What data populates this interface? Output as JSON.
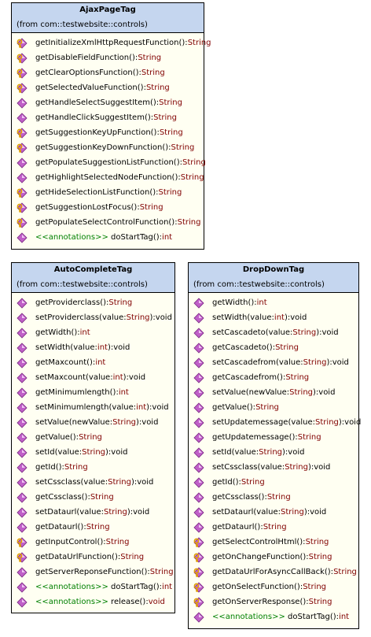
{
  "classes": [
    {
      "name": "AjaxPageTag",
      "from": "(from com::testwebsite::controls)",
      "ops": [
        {
          "vis": "protected",
          "name": "getInitializeXmlHttpRequestFunction():",
          "type": "String",
          "stereo": ""
        },
        {
          "vis": "protected",
          "name": "getDisableFieldFunction():",
          "type": "String",
          "stereo": ""
        },
        {
          "vis": "protected",
          "name": "getClearOptionsFunction():",
          "type": "String",
          "stereo": ""
        },
        {
          "vis": "protected",
          "name": "getSelectedValueFunction():",
          "type": "String",
          "stereo": ""
        },
        {
          "vis": "public",
          "name": "getHandleSelectSuggestItem():",
          "type": "String",
          "stereo": ""
        },
        {
          "vis": "public",
          "name": "getHandleClickSuggestItem():",
          "type": "String",
          "stereo": ""
        },
        {
          "vis": "protected",
          "name": "getSuggestionKeyUpFunction():",
          "type": "String",
          "stereo": ""
        },
        {
          "vis": "protected",
          "name": "getSuggestionKeyDownFunction():",
          "type": "String",
          "stereo": ""
        },
        {
          "vis": "public",
          "name": "getPopulateSuggestionListFunction():",
          "type": "String",
          "stereo": ""
        },
        {
          "vis": "public",
          "name": "getHighlightSelectedNodeFunction():",
          "type": "String",
          "stereo": ""
        },
        {
          "vis": "protected",
          "name": "getHideSelectionListFunction():",
          "type": "String",
          "stereo": ""
        },
        {
          "vis": "protected",
          "name": "getSuggestionLostFocus():",
          "type": "String",
          "stereo": ""
        },
        {
          "vis": "protected",
          "name": "getPopulateSelectControlFunction():",
          "type": "String",
          "stereo": ""
        },
        {
          "vis": "public",
          "name": "doStartTag():",
          "type": "int",
          "stereo": "<<annotations>>"
        }
      ]
    },
    {
      "name": "AutoCompleteTag",
      "from": "(from com::testwebsite::controls)",
      "ops": [
        {
          "vis": "public",
          "name": "getProviderclass():",
          "type": "String",
          "stereo": ""
        },
        {
          "vis": "public",
          "name": "setProviderclass(value:",
          "type": "String",
          "tail": "):void",
          "stereo": ""
        },
        {
          "vis": "public",
          "name": "getWidth():",
          "type": "int",
          "stereo": ""
        },
        {
          "vis": "public",
          "name": "setWidth(value:",
          "type": "int",
          "tail": "):void",
          "stereo": ""
        },
        {
          "vis": "public",
          "name": "getMaxcount():",
          "type": "int",
          "stereo": ""
        },
        {
          "vis": "public",
          "name": "setMaxcount(value:",
          "type": "int",
          "tail": "):void",
          "stereo": ""
        },
        {
          "vis": "public",
          "name": "getMinimumlength():",
          "type": "int",
          "stereo": ""
        },
        {
          "vis": "public",
          "name": "setMinimumlength(value:",
          "type": "int",
          "tail": "):void",
          "stereo": ""
        },
        {
          "vis": "public",
          "name": "setValue(newValue:",
          "type": "String",
          "tail": "):void",
          "stereo": ""
        },
        {
          "vis": "public",
          "name": "getValue():",
          "type": "String",
          "stereo": ""
        },
        {
          "vis": "public",
          "name": "setId(value:",
          "type": "String",
          "tail": "):void",
          "stereo": ""
        },
        {
          "vis": "public",
          "name": "getId():",
          "type": "String",
          "stereo": ""
        },
        {
          "vis": "public",
          "name": "setCssclass(value:",
          "type": "String",
          "tail": "):void",
          "stereo": ""
        },
        {
          "vis": "public",
          "name": "getCssclass():",
          "type": "String",
          "stereo": ""
        },
        {
          "vis": "public",
          "name": "setDataurl(value:",
          "type": "String",
          "tail": "):void",
          "stereo": ""
        },
        {
          "vis": "public",
          "name": "getDataurl():",
          "type": "String",
          "stereo": ""
        },
        {
          "vis": "protected",
          "name": "getInputControl():",
          "type": "String",
          "stereo": ""
        },
        {
          "vis": "protected",
          "name": "getDataUrlFunction():",
          "type": "String",
          "stereo": ""
        },
        {
          "vis": "public",
          "name": "getServerReponseFunction():",
          "type": "String",
          "stereo": ""
        },
        {
          "vis": "public",
          "name": "doStartTag():",
          "type": "int",
          "stereo": "<<annotations>>"
        },
        {
          "vis": "public",
          "name": "release():",
          "type": "void",
          "stereo": "<<annotations>>"
        }
      ]
    },
    {
      "name": "DropDownTag",
      "from": "(from com::testwebsite::controls)",
      "ops": [
        {
          "vis": "public",
          "name": "getWidth():",
          "type": "int",
          "stereo": ""
        },
        {
          "vis": "public",
          "name": "setWidth(value:",
          "type": "int",
          "tail": "):void",
          "stereo": ""
        },
        {
          "vis": "public",
          "name": "setCascadeto(value:",
          "type": "String",
          "tail": "):void",
          "stereo": ""
        },
        {
          "vis": "public",
          "name": "getCascadeto():",
          "type": "String",
          "stereo": ""
        },
        {
          "vis": "public",
          "name": "setCascadefrom(value:",
          "type": "String",
          "tail": "):void",
          "stereo": ""
        },
        {
          "vis": "public",
          "name": "getCascadefrom():",
          "type": "String",
          "stereo": ""
        },
        {
          "vis": "public",
          "name": "setValue(newValue:",
          "type": "String",
          "tail": "):void",
          "stereo": ""
        },
        {
          "vis": "public",
          "name": "getValue():",
          "type": "String",
          "stereo": ""
        },
        {
          "vis": "public",
          "name": "setUpdatemessage(value:",
          "type": "String",
          "tail": "):void",
          "stereo": ""
        },
        {
          "vis": "public",
          "name": "getUpdatemessage():",
          "type": "String",
          "stereo": ""
        },
        {
          "vis": "public",
          "name": "setId(value:",
          "type": "String",
          "tail": "):void",
          "stereo": ""
        },
        {
          "vis": "public",
          "name": "setCssclass(value:",
          "type": "String",
          "tail": "):void",
          "stereo": ""
        },
        {
          "vis": "public",
          "name": "getId():",
          "type": "String",
          "stereo": ""
        },
        {
          "vis": "public",
          "name": "getCssclass():",
          "type": "String",
          "stereo": ""
        },
        {
          "vis": "public",
          "name": "setDataurl(value:",
          "type": "String",
          "tail": "):void",
          "stereo": ""
        },
        {
          "vis": "public",
          "name": "getDataurl():",
          "type": "String",
          "stereo": ""
        },
        {
          "vis": "protected",
          "name": "getSelectControlHtml():",
          "type": "String",
          "stereo": ""
        },
        {
          "vis": "protected",
          "name": "getOnChangeFunction():",
          "type": "String",
          "stereo": ""
        },
        {
          "vis": "protected",
          "name": "getDataUrlForAsyncCallBack():",
          "type": "String",
          "stereo": ""
        },
        {
          "vis": "protected",
          "name": "getOnSelectFunction():",
          "type": "String",
          "stereo": ""
        },
        {
          "vis": "protected",
          "name": "getOnServerResponse():",
          "type": "String",
          "stereo": ""
        },
        {
          "vis": "public",
          "name": "doStartTag():",
          "type": "int",
          "stereo": "<<annotations>>"
        }
      ]
    }
  ],
  "colors": {
    "header": "#c5d6ef",
    "body": "#fffff2",
    "type": "#800000",
    "stereotype": "#008000",
    "public_icon": "#c060c8",
    "protected_key": "#e0a000"
  },
  "icons": {
    "public": "diamond-method-icon",
    "protected": "key-method-icon"
  }
}
